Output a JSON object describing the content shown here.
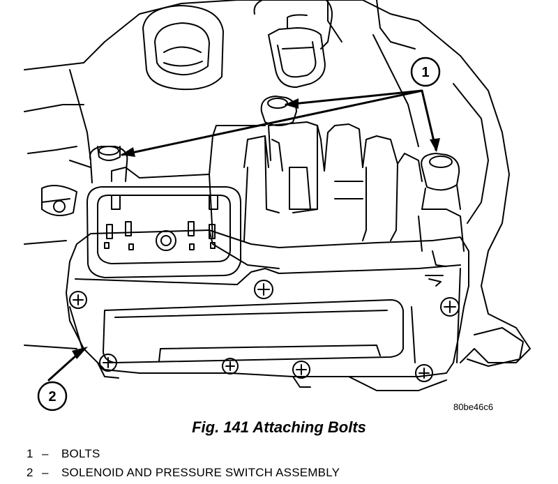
{
  "figure": {
    "code": "80be46c6",
    "caption": "Fig. 141 Attaching Bolts",
    "callouts": [
      {
        "number": "1"
      },
      {
        "number": "2"
      }
    ],
    "legend": [
      {
        "number": "1",
        "separator": "–",
        "label": "BOLTS"
      },
      {
        "number": "2",
        "separator": "–",
        "label": "SOLENOID AND PRESSURE SWITCH ASSEMBLY"
      }
    ]
  }
}
